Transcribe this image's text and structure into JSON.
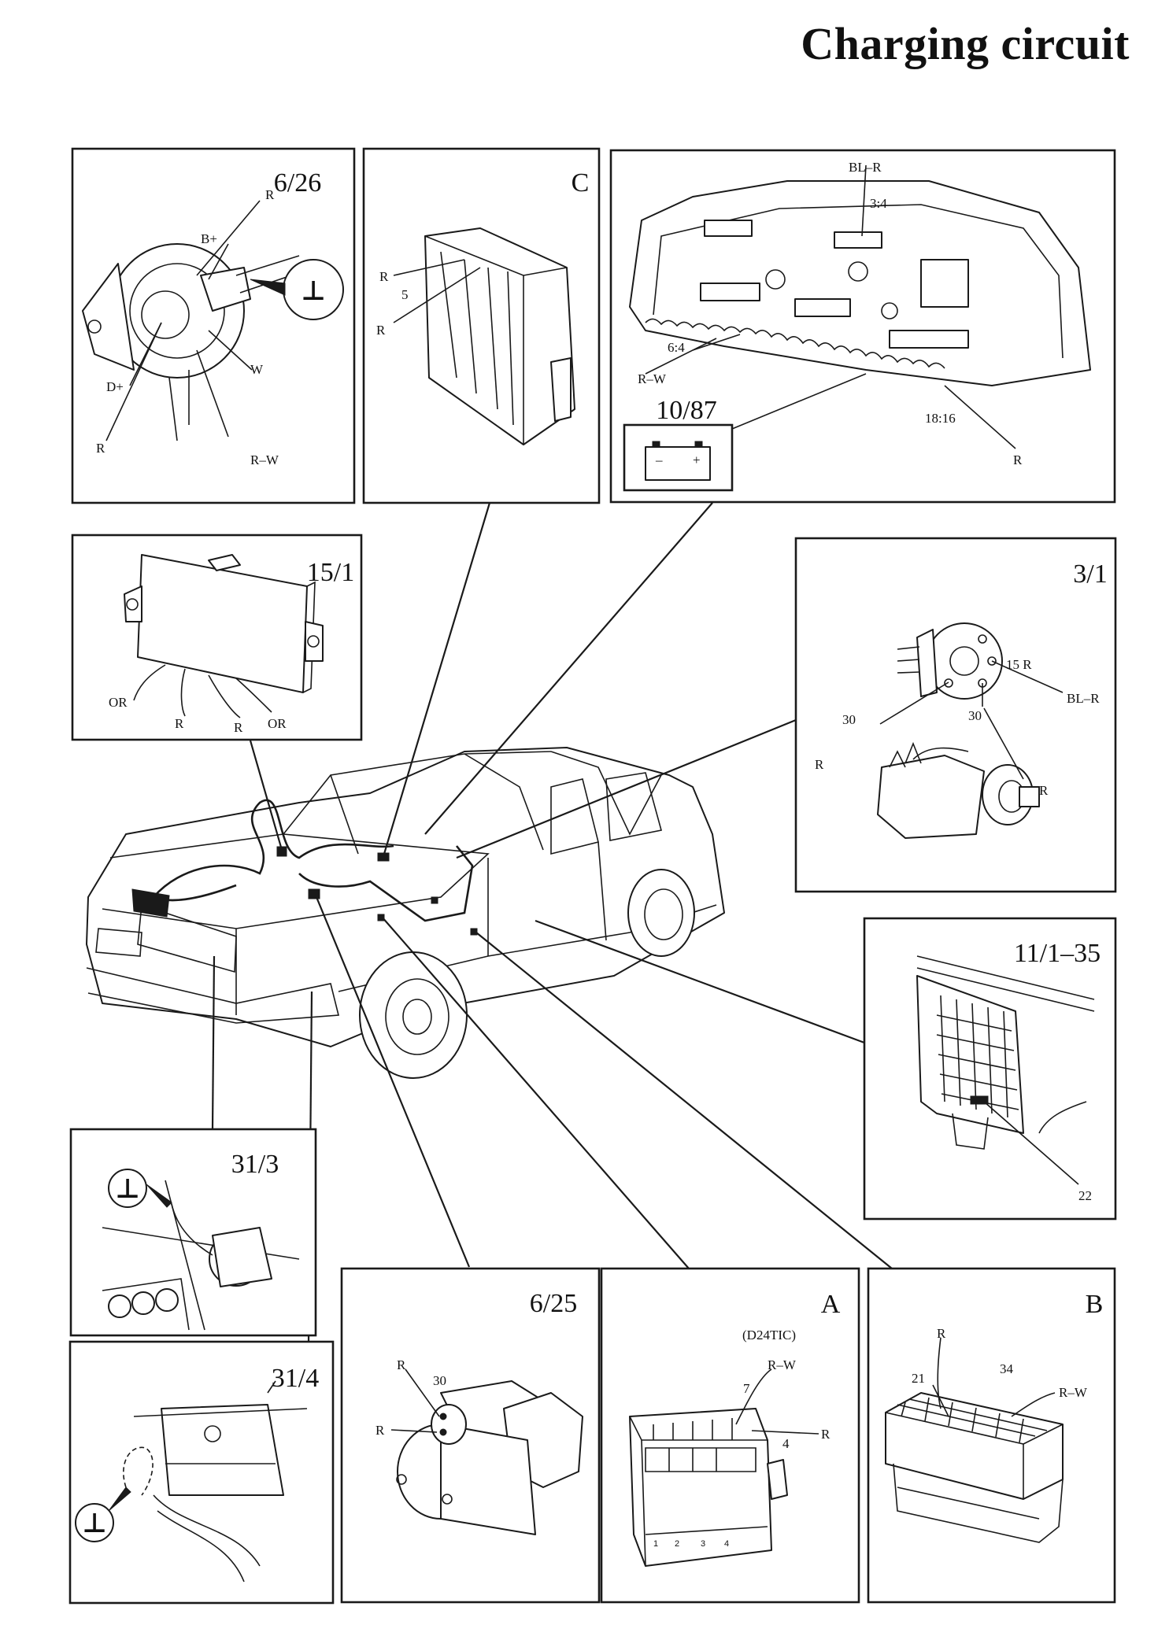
{
  "title": "Charging circuit",
  "components": {
    "alternator": {
      "id": "6/26",
      "labels": [
        "R",
        "B+",
        "D+",
        "R",
        "W",
        "R–W"
      ]
    },
    "connector_c": {
      "id": "C",
      "labels": [
        "R",
        "5",
        "R"
      ]
    },
    "instrument_cluster": {
      "labels": [
        "BL–R",
        "3:4",
        "6:4",
        "R–W",
        "18:16",
        "R"
      ]
    },
    "battery_warning": {
      "id": "10/87",
      "minus": "–",
      "plus": "+"
    },
    "control_unit": {
      "id": "15/1",
      "labels": [
        "OR",
        "R",
        "R",
        "OR"
      ]
    },
    "ignition_switch": {
      "id": "3/1",
      "labels": [
        "15 R",
        "BL–R",
        "30",
        "30",
        "R",
        "R"
      ]
    },
    "fuse_box": {
      "id": "11/1–35",
      "labels": [
        "22"
      ]
    },
    "ground_31_3": {
      "id": "31/3"
    },
    "ground_31_4": {
      "id": "31/4"
    },
    "starter": {
      "id": "6/25",
      "labels": [
        "R",
        "30",
        "R"
      ]
    },
    "connector_a": {
      "id": "A",
      "variant": "(D24TIC)",
      "labels": [
        "R–W",
        "7",
        "4",
        "R"
      ],
      "pins": [
        "1",
        "2",
        "3",
        "4"
      ]
    },
    "connector_b": {
      "id": "B",
      "labels": [
        "R",
        "21",
        "34",
        "R–W"
      ]
    }
  },
  "ground_symbol": "⊥"
}
